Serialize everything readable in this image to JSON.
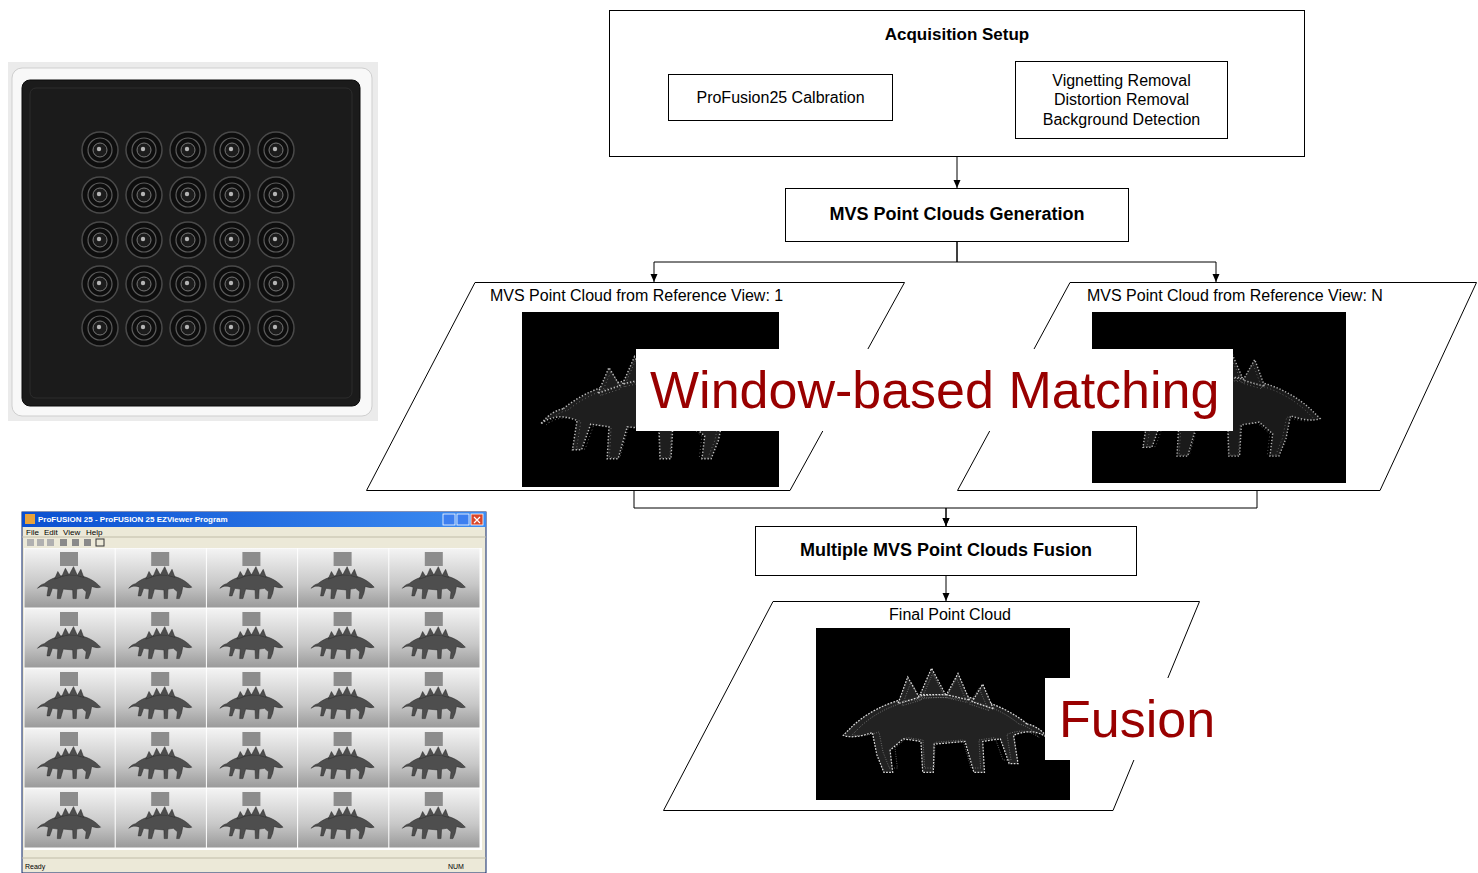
{
  "diagram": {
    "nodes": [
      {
        "text": [
          "Acquisition Setup"
        ]
      },
      {
        "text": [
          "ProFusion25 Calbration"
        ],
        "in": 0
      },
      {
        "text": [
          "Vignetting Removal Distortion Removal Background Detection"
        ],
        "in": 0
      },
      {
        "text": [
          "MVS Point Clouds Generation"
        ]
      },
      {
        "text": [
          "MVS Point Cloud from Reference View: 1"
        ]
      },
      {
        "text": [
          "MVS Point Cloud from Reference View: N"
        ]
      },
      {
        "text": [
          "Multiple MVS Point Clouds Fusion"
        ]
      },
      {
        "text": [
          "Final Point Cloud"
        ]
      }
    ],
    "edges": [
      {
        "from": 0,
        "to": 3,
        "arrow": "to"
      },
      {
        "from": 3,
        "to": 4,
        "arrow": "to"
      },
      {
        "from": 3,
        "to": 5,
        "arrow": "to"
      },
      {
        "from": 4,
        "to": 6,
        "arrow": "to"
      },
      {
        "from": 5,
        "to": 6,
        "arrow": "to"
      },
      {
        "from": 6,
        "to": 7,
        "arrow": "to"
      }
    ],
    "labels": [
      "Window-based Matching",
      "Fusion",
      "ProFUSION 25 - ProFUSION 25 EZViewer Program",
      "File",
      "Edit",
      "View",
      "Help",
      "Ready",
      "NUM"
    ]
  }
}
